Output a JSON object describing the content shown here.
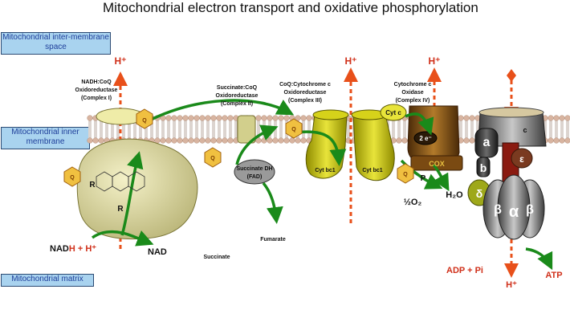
{
  "title": "Mitochondrial electron transport and oxidative phosphorylation",
  "regions": {
    "intermembrane_line1": "Mitochondrial inter-membrane",
    "intermembrane_line2": "space",
    "inner_membrane_line1": "Mitochondrial inner",
    "inner_membrane_line2": "membrane",
    "matrix": "Mitochondrial matrix"
  },
  "complexes": {
    "c1": {
      "line1": "NADH:CoQ",
      "line2": "Oxidoreductase",
      "line3": "(Complex I)"
    },
    "c2": {
      "line1": "Succinate:CoQ",
      "line2": "Oxidoreductase",
      "line3": "(Complex II)"
    },
    "c3": {
      "line1": "CoQ:Cytochrome c",
      "line2": "Oxidoreductase",
      "line3": "(Complex III)"
    },
    "c4": {
      "line1": "Cytochrome c",
      "line2": "Oxidase",
      "line3": "(Complex IV)"
    }
  },
  "labels": {
    "proton": "H⁺",
    "nadh_prefix": "NAD",
    "nadh_h": "H + H⁺",
    "nad": "NAD",
    "succinate_dh": "Succinate DH",
    "fad": "(FAD)",
    "succinate": "Succinate",
    "fumarate": "Fumarate",
    "cyt_bc1": "Cyt bc1",
    "cyt_c": "Cyt c",
    "two_e": "2 e⁻",
    "cox": "COX",
    "o2": "½O₂",
    "h2o": "H₂O",
    "adp_pi": "ADP + Pi",
    "atp": "ATP",
    "h_plus_out": "H⁺",
    "subunit_a": "a",
    "subunit_b": "b",
    "subunit_delta": "δ",
    "subunit_epsilon": "ε",
    "subunit_alpha": "α",
    "subunit_beta": "β",
    "subunit_beta2": "β",
    "subunit_c": "c",
    "q_letter": "Q",
    "r_letter": "R",
    "p_letter": "P"
  },
  "colors": {
    "membrane_head": "#d8b4a0",
    "proton_arrow": "#e8501a",
    "electron_arrow": "#1a8a1a",
    "complex_yellow": "#d6d21a",
    "complex_khaki": "#d2cf8c",
    "complex_brown": "#7a4a12",
    "atp_synthase_grey": "#8c8c8c",
    "region_box": "#a9d3ef",
    "highlight_red": "#e0401a"
  }
}
